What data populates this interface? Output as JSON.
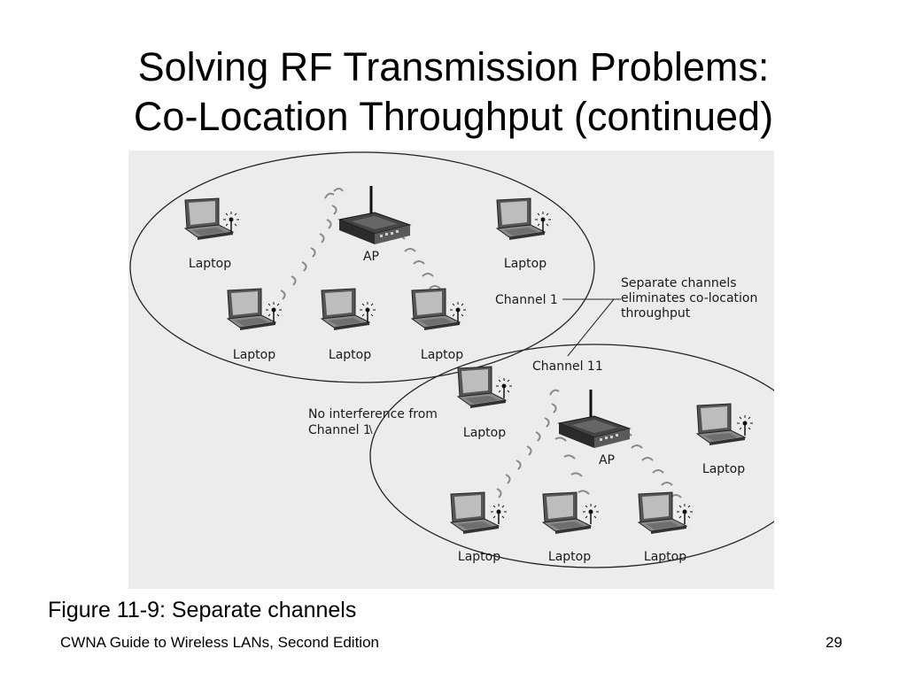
{
  "slide": {
    "title_line1": "Solving RF Transmission Problems:",
    "title_line2": "Co-Location Throughput (continued)",
    "caption": "Figure 11-9: Separate channels",
    "footer": "CWNA Guide to Wireless LANs, Second Edition",
    "page_number": "29"
  },
  "diagram": {
    "ap_label": "AP",
    "laptop_label": "Laptop",
    "channel1_label": "Channel 1",
    "channel11_label": "Channel 11",
    "note_separate": [
      "Separate channels",
      "eliminates co-location",
      "throughput"
    ],
    "note_no_interference": [
      "No interference from",
      "Channel 1"
    ]
  }
}
